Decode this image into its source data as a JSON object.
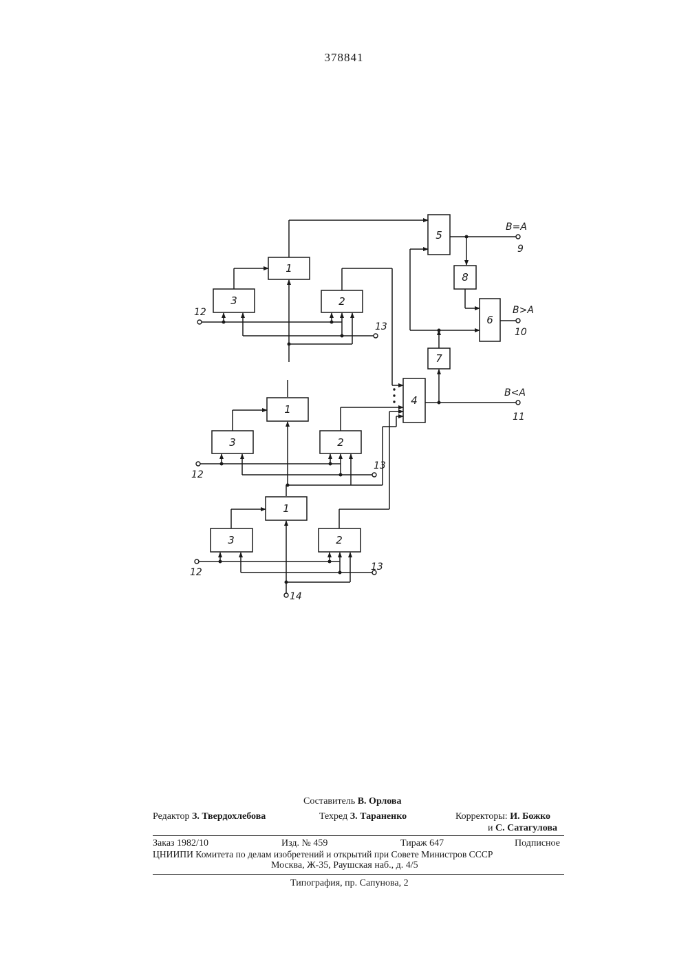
{
  "page_number": "378841",
  "figure": {
    "blocks": {
      "b1": "1",
      "b2": "2",
      "b3": "3",
      "b4": "4",
      "b5": "5",
      "b6": "6",
      "b7": "7",
      "b8": "8"
    },
    "outputs": {
      "eq_label": "B=A",
      "eq_num": "9",
      "gt_label": "B>A",
      "gt_num": "10",
      "lt_label": "B<A",
      "lt_num": "11"
    },
    "terminals": {
      "t12": "12",
      "t13": "13",
      "t14": "14"
    }
  },
  "colophon": {
    "compiler_label": "Составитель",
    "compiler_name": "В. Орлова",
    "editor_label": "Редактор",
    "editor_name": "З. Твердохлебова",
    "techred_label": "Техред",
    "techred_name": "З. Тараненко",
    "correctors_label": "Корректоры:",
    "corrector_1": "И. Божко",
    "corrector_2_prefix": "и",
    "corrector_2": "С. Сатагулова",
    "order": "Заказ 1982/10",
    "edition": "Изд. № 459",
    "circulation": "Тираж 647",
    "subscription": "Подписное",
    "publisher_line": "ЦНИИПИ Комитета по делам изобретений и открытий при Совете Министров СССР",
    "address_line": "Москва, Ж-35, Раушская наб., д. 4/5",
    "printing_house": "Типография, пр. Сапунова, 2"
  }
}
